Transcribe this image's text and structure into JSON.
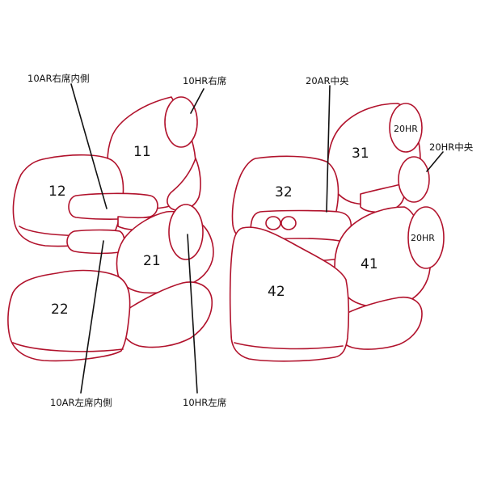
{
  "colors": {
    "outline": "#b1122c",
    "text": "#111111",
    "background": "#ffffff"
  },
  "seats": {
    "s11": "11",
    "s12": "12",
    "s21": "21",
    "s22": "22",
    "s31": "31",
    "s32": "32",
    "s41": "41",
    "s42": "42"
  },
  "headrest_labels": {
    "r3": "20HR",
    "r4": "20HR"
  },
  "callouts": {
    "ar_right_inner": "10AR右席内側",
    "hr_right": "10HR右席",
    "ar_center_2": "20AR中央",
    "hr_center_2": "20HR中央",
    "ar_left_inner": "10AR左席内側",
    "hr_left": "10HR左席"
  }
}
